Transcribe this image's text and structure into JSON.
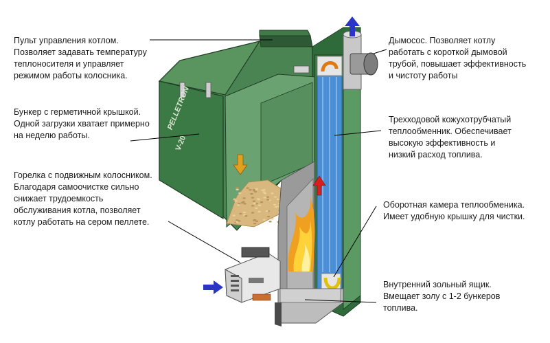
{
  "colors": {
    "boiler_green": "#3f7a4a",
    "boiler_dark": "#2a5a33",
    "boiler_light": "#5c9a63",
    "heat_exchanger_blue": "#4a8fd6",
    "flow_arrow_blue": "#2a35c8",
    "fire_orange": "#f08a1c",
    "pellet_tan": "#d8b87e",
    "callout_line": "#000000"
  },
  "brand_text": "PELLETRON",
  "model_text": "V-20",
  "callouts": [
    {
      "id": "control-panel",
      "lines": [
        "Пульт управления котлом.",
        "Позволяет задавать температуру",
        "теплоносителя и управляет",
        "режимом работы колосника."
      ]
    },
    {
      "id": "bunker",
      "lines": [
        "Бункер с герметичной крышкой.",
        "Одной загрузки хватает примерно",
        "на неделю работы."
      ]
    },
    {
      "id": "burner",
      "lines": [
        "Горелка с подвижным колосником.",
        "Благодаря самоочистке сильно",
        "снижает трудоемкость",
        "обслуживания котла, позволяет",
        "котлу работать на сером пеллете."
      ]
    },
    {
      "id": "smoke-exhauster",
      "lines": [
        "Дымосос. Позволяет котлу",
        "работать с короткой дымовой",
        "трубой, повышает эффективность",
        "и чистоту работы"
      ]
    },
    {
      "id": "heat-exchanger",
      "lines": [
        "Трехходовой  кожухотрубчатый",
        "теплообменник. Обеспечивает",
        "высокую эффективность и",
        "низкий расход топлива."
      ]
    },
    {
      "id": "reversing-chamber",
      "lines": [
        "Оборотная камера теплообменика.",
        "Имеет удобную крышку для чистки."
      ]
    },
    {
      "id": "ash-box",
      "lines": [
        "Внутренний зольный ящик.",
        "Вмещает золу с 1-2 бункеров",
        "топлива."
      ]
    }
  ],
  "icons": [
    "flue-gas-arrow-icon",
    "air-intake-arrow-icon",
    "pellet-flow-arrow-icon",
    "hot-gas-arrow-icon",
    "turn-arrow-icon",
    "flame-icon"
  ]
}
